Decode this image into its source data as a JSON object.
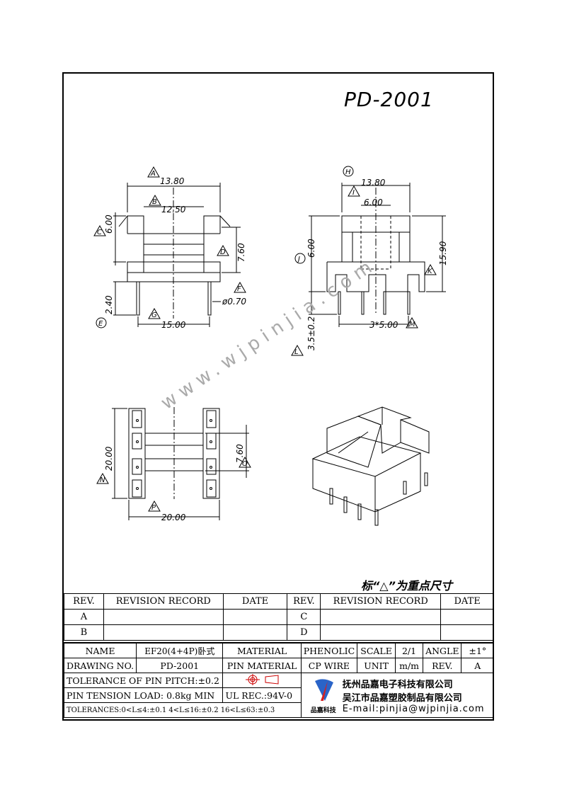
{
  "title": "PD-2001",
  "note": "标“△”为重点尺寸",
  "watermark": "www.wjpinjia.com",
  "dimensions": {
    "a": "13.80",
    "b": "12.50",
    "c": "6.00",
    "d": "7.60",
    "f": "ø0.70",
    "e": "2.40",
    "g": "15.00",
    "h": "13.80",
    "i": "6.00",
    "j": "6.00",
    "k": "15.90",
    "l": "3.5±0.2",
    "m": "3*5.00",
    "n": "20.00",
    "o": "7.60",
    "p": "20.00"
  },
  "markers": [
    "A",
    "B",
    "C",
    "D",
    "E",
    "F",
    "G",
    "H",
    "I",
    "J",
    "K",
    "L",
    "M",
    "N",
    "O",
    "P"
  ],
  "revision_table": {
    "headers": [
      "REV.",
      "REVISION RECORD",
      "DATE",
      "REV.",
      "REVISION RECORD",
      "DATE"
    ],
    "rows": [
      [
        "A",
        "",
        "",
        "C",
        "",
        ""
      ],
      [
        "B",
        "",
        "",
        "D",
        "",
        ""
      ]
    ]
  },
  "title_block": {
    "name_label": "NAME",
    "name_value": "EF20(4+4P)卧式",
    "material_label": "MATERIAL",
    "material_value": "PHENOLIC",
    "scale_label": "SCALE",
    "scale_value": "2/1",
    "angle_label": "ANGLE",
    "angle_value": "±1°",
    "drawing_no_label": "DRAWING NO.",
    "drawing_no_value": "PD-2001",
    "pin_material_label": "PIN MATERIAL",
    "pin_material_value": "CP WIRE",
    "unit_label": "UNIT",
    "unit_value": "m/m",
    "rev_label": "REV.",
    "rev_value": "A",
    "pin_pitch": "TOLERANCE OF PIN PITCH:±0.2",
    "pin_tension": "PIN TENSION LOAD: 0.8kg  MIN",
    "ul_rec": "UL REC.:94V-0",
    "tolerances": "TOLERANCES:0<L≤4:±0.1 4<L≤16:±0.2 16<L≤63:±0.3",
    "company1": "抚州品嘉电子科技有限公司",
    "company2": "吴江市品嘉塑胶制品有限公司",
    "email": "E-mail:pinjia@wjpinjia.com",
    "logo_text": "品嘉科技"
  }
}
